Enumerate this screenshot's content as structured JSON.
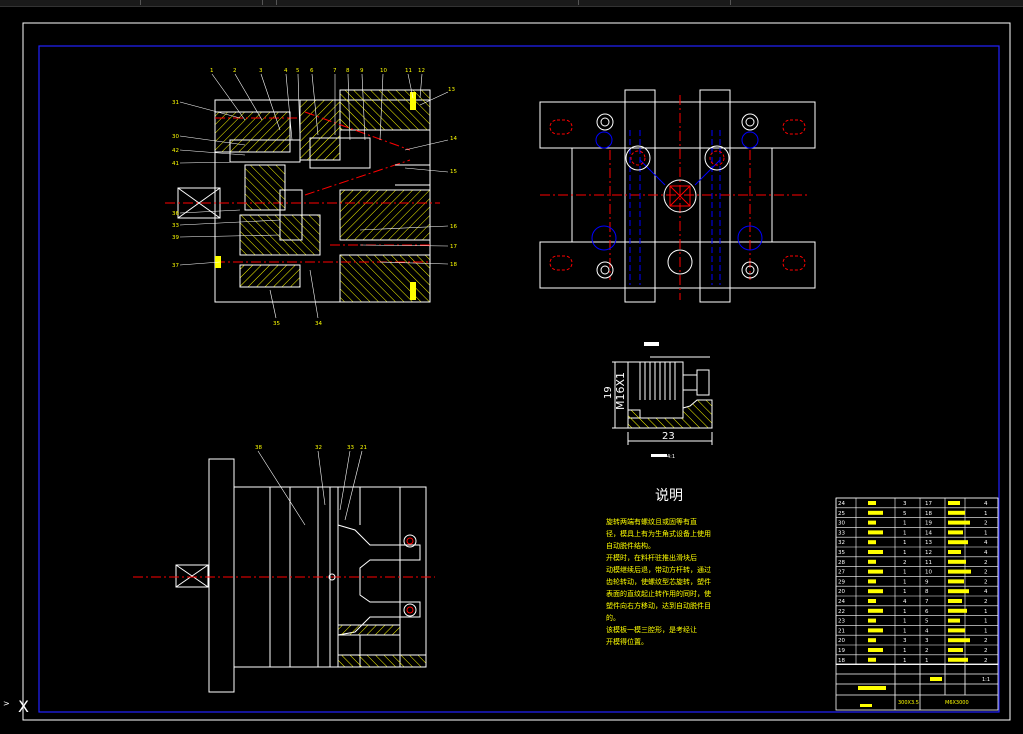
{
  "drawing": {
    "note_title": "说明",
    "note_lines": [
      "旋转两端有螺纹且或固等有直",
      "径，模具上有为生角式设备上使用",
      "自动脱件结构。",
      "开模时，在料杆驻推出滑块后",
      "动模继续后退，带动方杆转，通过",
      "齿轮转动，使螺纹型芯旋转，塑件",
      "表面的直纹起止转作用的同时，使",
      "塑件向右方移动，达到自动脱件目",
      "的。",
      "该模板一模三腔形，是考经让",
      "开模得位置。"
    ],
    "detail_label_thread": "M16X1",
    "detail_dim_height": "19",
    "detail_dim_width": "23",
    "detail_scale_caption": "4:1",
    "part_numbers_top": [
      "1",
      "2",
      "3",
      "4",
      "5",
      "6",
      "7",
      "8",
      "9",
      "10",
      "11",
      "12",
      "13"
    ],
    "part_numbers_left": [
      "31",
      "30",
      "42",
      "41",
      "36",
      "33",
      "39",
      "37"
    ],
    "part_numbers_right": [
      "14",
      "15",
      "16",
      "17",
      "18"
    ],
    "part_numbers_bottom": [
      "35",
      "34"
    ],
    "part_numbers_lower_view": [
      "38",
      "32",
      "33",
      "21"
    ],
    "title_block_drawing_no": "M6X3000",
    "title_block_material": "300X3.5",
    "title_block_scale": "1:1",
    "bom_rows": [
      [
        "24",
        "",
        "3",
        "17",
        "",
        "4"
      ],
      [
        "25",
        "",
        "5",
        "18",
        "",
        "1"
      ],
      [
        "30",
        "",
        "1",
        "19",
        "",
        "2"
      ],
      [
        "33",
        "",
        "1",
        "14",
        "",
        "1"
      ],
      [
        "32",
        "",
        "1",
        "13",
        "",
        "4"
      ],
      [
        "35",
        "",
        "1",
        "12",
        "",
        "4"
      ],
      [
        "28",
        "",
        "2",
        "11",
        "",
        "2"
      ],
      [
        "27",
        "",
        "1",
        "10",
        "",
        "2"
      ],
      [
        "29",
        "",
        "1",
        "9",
        "",
        "2"
      ],
      [
        "20",
        "",
        "1",
        "8",
        "",
        "4"
      ],
      [
        "24",
        "",
        "4",
        "7",
        "",
        "2"
      ],
      [
        "22",
        "",
        "1",
        "6",
        "",
        "1"
      ],
      [
        "23",
        "",
        "1",
        "5",
        "",
        "1"
      ],
      [
        "21",
        "",
        "1",
        "4",
        "",
        "1"
      ],
      [
        "20",
        "",
        "3",
        "3",
        "",
        "2"
      ],
      [
        "19",
        "",
        "1",
        "2",
        "",
        "2"
      ],
      [
        "18",
        "",
        "1",
        "1",
        "",
        "2"
      ]
    ]
  },
  "ui": {
    "ucs_icon": "X",
    "side_marker": ">"
  },
  "colors": {
    "background": "#000000",
    "border": "#0000ff",
    "outline": "#ffffff",
    "hatch": "#ffff00",
    "centerline": "#ff0000",
    "hidden": "#0000ff"
  }
}
